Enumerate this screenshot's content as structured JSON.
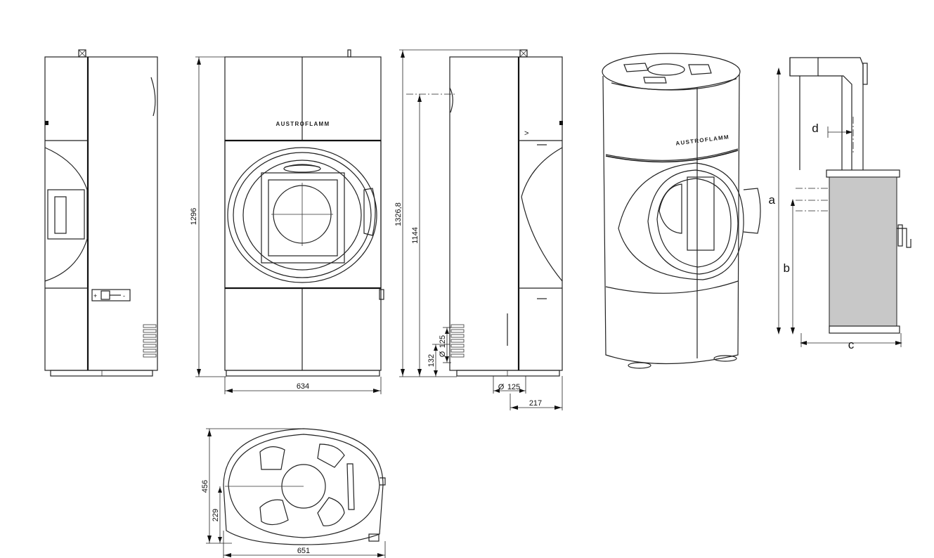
{
  "brand": {
    "logo_text": "AUSTROFLAMM"
  },
  "dimensions": {
    "height_total": "1296",
    "height_to_flue_top": "1326,8",
    "height_to_rear_flue": "1144",
    "width_front": "634",
    "rear_outlet_height": "132",
    "air_inlet_diameter_small": "125",
    "air_inlet_diameter_bottom": "125",
    "rear_offset": "217",
    "depth_total": "456",
    "depth_half": "229",
    "width_top": "651"
  },
  "installation_labels": {
    "a": "a",
    "b": "b",
    "c": "c",
    "d": "d"
  },
  "symbols": {
    "diameter_symbol": "Ø",
    "arrow_mark": ">"
  },
  "colors": {
    "line": "#222222",
    "wall_hatch": "#c8c8c8"
  }
}
